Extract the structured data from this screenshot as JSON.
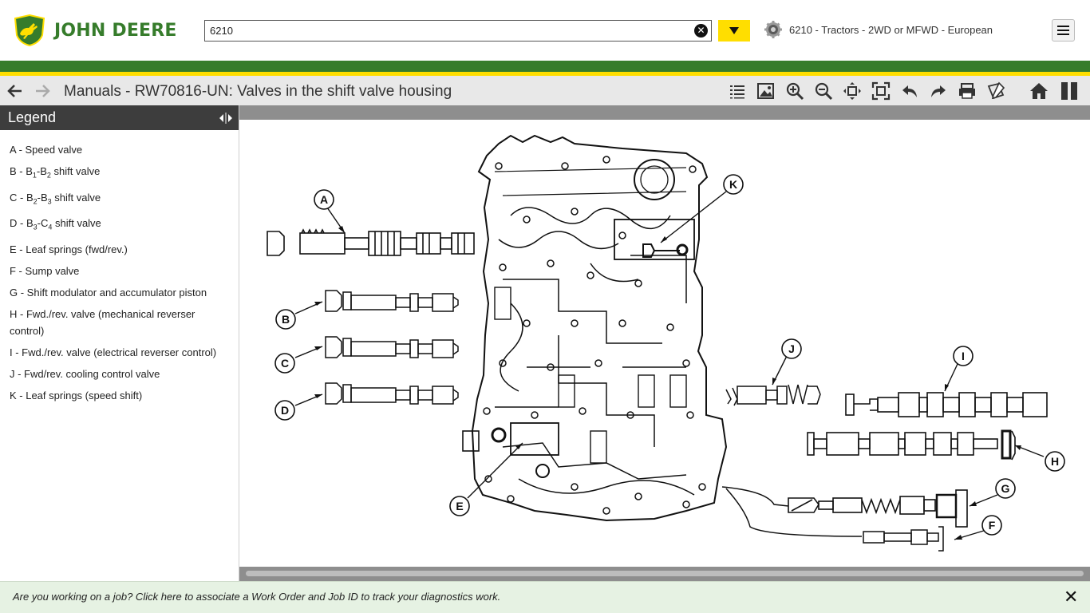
{
  "header": {
    "brand": "JOHN DEERE",
    "search_value": "6210",
    "machine_label": "6210 - Tractors - 2WD or MFWD - European"
  },
  "toolbar": {
    "title": "Manuals - RW70816-UN: Valves in the shift valve housing"
  },
  "legend": {
    "title": "Legend",
    "items": [
      {
        "letter": "A",
        "parts": [
          "A - Speed valve"
        ]
      },
      {
        "letter": "B",
        "parts": [
          "B - B",
          "1",
          "-B",
          "2",
          " shift valve"
        ]
      },
      {
        "letter": "C",
        "parts": [
          "C - B",
          "2",
          "-B",
          "3",
          " shift valve"
        ]
      },
      {
        "letter": "D",
        "parts": [
          "D - B",
          "3",
          "-C",
          "4",
          " shift valve"
        ]
      },
      {
        "letter": "E",
        "parts": [
          "E - Leaf springs (fwd/rev.)"
        ]
      },
      {
        "letter": "F",
        "parts": [
          "F - Sump valve"
        ]
      },
      {
        "letter": "G",
        "parts": [
          "G - Shift modulator and accumulator piston"
        ]
      },
      {
        "letter": "H",
        "parts": [
          "H - Fwd./rev. valve (mechanical reverser control)"
        ]
      },
      {
        "letter": "I",
        "parts": [
          "I - Fwd./rev. valve (electrical reverser control)"
        ]
      },
      {
        "letter": "J",
        "parts": [
          "J - Fwd/rev. cooling control valve"
        ]
      },
      {
        "letter": "K",
        "parts": [
          "K - Leaf springs (speed shift)"
        ]
      }
    ]
  },
  "diagram": {
    "callouts": [
      "A",
      "B",
      "C",
      "D",
      "E",
      "F",
      "G",
      "H",
      "I",
      "J",
      "K"
    ]
  },
  "footer": {
    "message": "Are you working on a job? Click here to associate a Work Order and Job ID to track your diagnostics work.",
    "close_glyph": "✕"
  },
  "icons": {
    "clear": "close-circle-icon",
    "dropdown": "triangle-down-icon",
    "machine": "gear-icon",
    "menu": "hamburger-icon",
    "back": "arrow-left-icon",
    "forward": "arrow-right-icon",
    "tools": [
      "list-icon",
      "image-icon",
      "zoom-in-icon",
      "zoom-out-icon",
      "fit-icon",
      "fullscreen-icon",
      "undo-icon",
      "redo-icon",
      "print-icon",
      "annotate-icon",
      "home-icon",
      "pause-icon"
    ]
  },
  "colors": {
    "brand_green": "#367c2b",
    "brand_yellow": "#ffde00",
    "legend_header": "#3d3d3d",
    "footer_bg": "#e6f2e3"
  }
}
